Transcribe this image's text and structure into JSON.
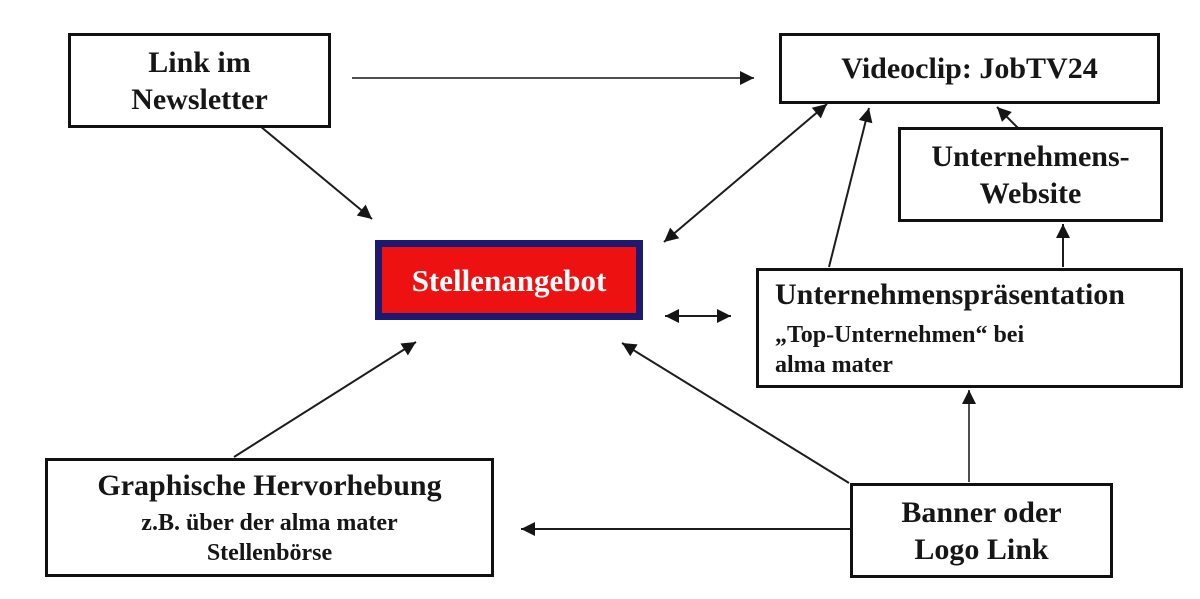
{
  "colors": {
    "background": "#ffffff",
    "box_fill": "#ffffff",
    "box_border": "#111111",
    "arrow": "#1c1c1c",
    "highlight_fill": "#ee1111",
    "highlight_border": "#1c196e",
    "highlight_text": "#ffffff"
  },
  "nodes": {
    "newsletter": {
      "line1": "Link im",
      "line2": "Newsletter"
    },
    "videoclip": {
      "label": "Videoclip: JobTV24"
    },
    "website": {
      "line1": "Unternehmens-",
      "line2": "Website"
    },
    "stellenangebot": {
      "label": "Stellenangebot"
    },
    "praesentation": {
      "title": "Unternehmenspräsentation",
      "line2": "„Top-Unternehmen“ bei",
      "line3": "alma mater"
    },
    "hervorhebung": {
      "title": "Graphische Hervorhebung",
      "line2": "z.B. über der alma mater",
      "line3": "Stellenbörse"
    },
    "banner": {
      "line1": "Banner oder",
      "line2": "Logo Link"
    }
  },
  "edges": [
    {
      "from": "newsletter",
      "to": "videoclip",
      "heads": "end"
    },
    {
      "from": "newsletter",
      "to": "stellenangebot",
      "heads": "end"
    },
    {
      "from": "videoclip",
      "to": "stellenangebot",
      "heads": "both"
    },
    {
      "from": "stellenangebot",
      "to": "praesentation",
      "heads": "both"
    },
    {
      "from": "praesentation",
      "to": "videoclip",
      "heads": "end"
    },
    {
      "from": "website",
      "to": "videoclip",
      "heads": "end"
    },
    {
      "from": "praesentation",
      "to": "website",
      "heads": "end"
    },
    {
      "from": "banner",
      "to": "praesentation",
      "heads": "end"
    },
    {
      "from": "banner",
      "to": "hervorhebung",
      "heads": "end"
    },
    {
      "from": "banner",
      "to": "stellenangebot",
      "heads": "end"
    },
    {
      "from": "hervorhebung",
      "to": "stellenangebot",
      "heads": "end"
    }
  ]
}
